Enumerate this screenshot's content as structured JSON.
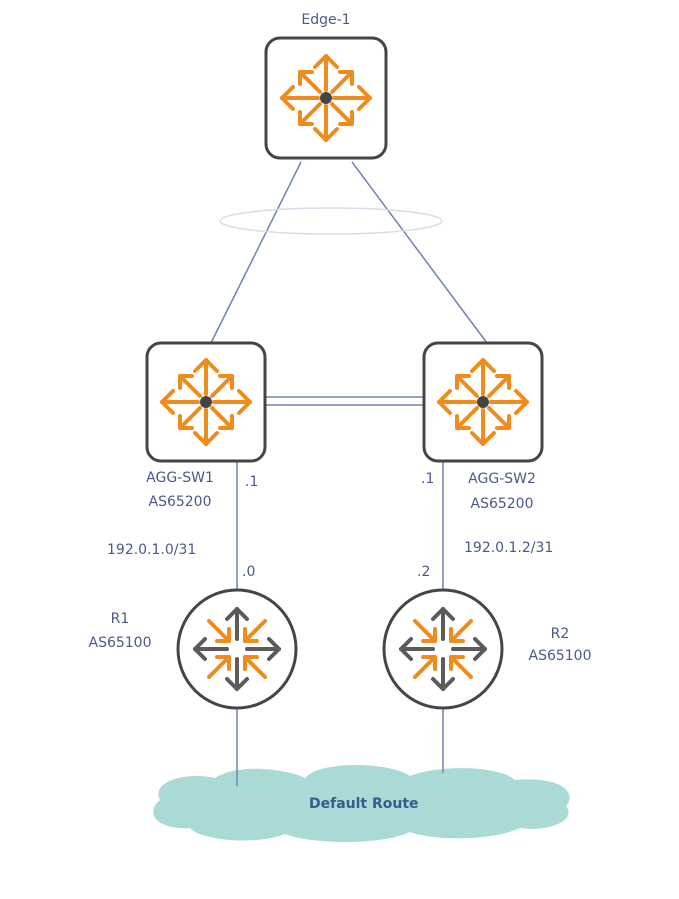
{
  "nodes": {
    "edge1": {
      "name": "Edge-1",
      "icon": "layer3-switch-icon"
    },
    "agg1": {
      "name": "AGG-SW1",
      "asn": "AS65200",
      "icon": "layer3-switch-icon"
    },
    "agg2": {
      "name": "AGG-SW2",
      "asn": "AS65200",
      "icon": "layer3-switch-icon"
    },
    "r1": {
      "name": "R1",
      "asn": "AS65100",
      "icon": "router-icon"
    },
    "r2": {
      "name": "R2",
      "asn": "AS65100",
      "icon": "router-icon"
    }
  },
  "links": {
    "agg1_r1": {
      "subnet": "192.0.1.0/31",
      "agg_end": ".1",
      "router_end": ".0"
    },
    "agg2_r2": {
      "subnet": "192.0.1.2/31",
      "agg_end": ".1",
      "router_end": ".2"
    }
  },
  "cloud": {
    "label": "Default Route"
  },
  "colors": {
    "line": "#6e84ab",
    "device_border": "#454545",
    "arrow_orange": "#f08c1e",
    "arrow_gray": "#5b5b5b",
    "cloud": "#a9dad5",
    "label": "#4a5a86"
  }
}
